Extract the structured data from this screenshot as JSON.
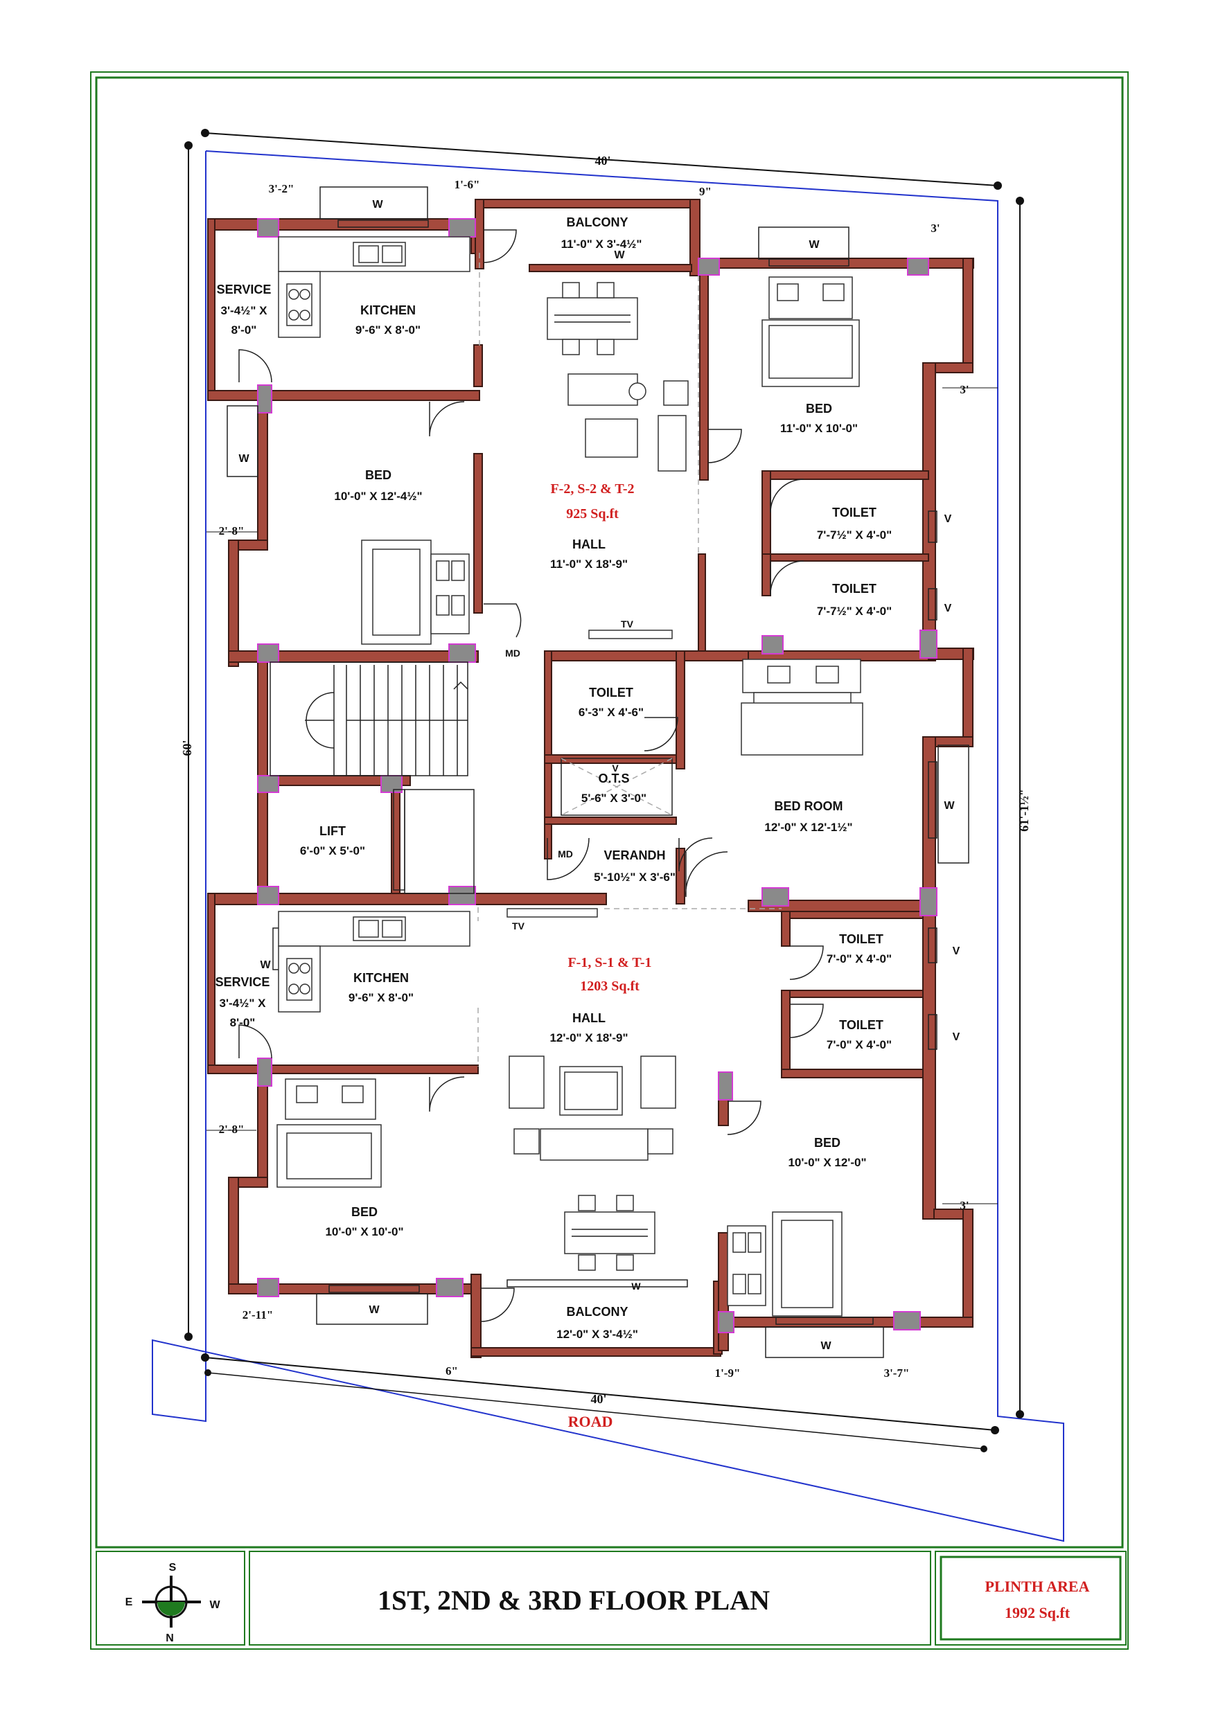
{
  "upper_unit": {
    "name": "F-2, S-2 & T-2",
    "area": "925 Sq.ft",
    "rooms": {
      "balcony": {
        "name": "BALCONY",
        "size": "11'-0\" X 3'-4½\""
      },
      "service": {
        "name": "SERVICE",
        "size1": "3'-4½\" X",
        "size2": "8'-0\""
      },
      "kitchen": {
        "name": "KITCHEN",
        "size": "9'-6\" X 8'-0\""
      },
      "bed_left": {
        "name": "BED",
        "size": "10'-0\" X 12'-4½\""
      },
      "hall": {
        "name": "HALL",
        "size": "11'-0\" X 18'-9\""
      },
      "bed_right": {
        "name": "BED",
        "size": "11'-0\" X 10'-0\""
      },
      "toilet_a": {
        "name": "TOILET",
        "size": "7'-7½\" X 4'-0\""
      },
      "toilet_b": {
        "name": "TOILET",
        "size": "7'-7½\" X 4'-0\""
      }
    }
  },
  "middle": {
    "toilet": {
      "name": "TOILET",
      "size": "6'-3\" X 4'-6\""
    },
    "ots": {
      "name": "O.T.S",
      "size": "5'-6\" X 3'-0\""
    },
    "verandh": {
      "name": "VERANDH",
      "size": "5'-10½\" X 3'-6\""
    },
    "bed_room": {
      "name": "BED ROOM",
      "size": "12'-0\" X 12'-1½\""
    },
    "lift": {
      "name": "LIFT",
      "size": "6'-0\" X 5'-0\""
    }
  },
  "lower_unit": {
    "name": "F-1, S-1 & T-1",
    "area": "1203 Sq.ft",
    "rooms": {
      "service": {
        "name": "SERVICE",
        "size1": "3'-4½\" X",
        "size2": "8'-0\""
      },
      "kitchen": {
        "name": "KITCHEN",
        "size": "9'-6\" X 8'-0\""
      },
      "hall": {
        "name": "HALL",
        "size": "12'-0\" X 18'-9\""
      },
      "toilet_a": {
        "name": "TOILET",
        "size": "7'-0\" X 4'-0\""
      },
      "toilet_b": {
        "name": "TOILET",
        "size": "7'-0\" X 4'-0\""
      },
      "bed_left": {
        "name": "BED",
        "size": "10'-0\" X 10'-0\""
      },
      "bed_right": {
        "name": "BED",
        "size": "10'-0\" X 12'-0\""
      },
      "balcony": {
        "name": "BALCONY",
        "size": "12'-0\" X 3'-4½\""
      }
    }
  },
  "symbols": {
    "window": "W",
    "ventilator": "V",
    "tv": "TV",
    "main_door": "MD"
  },
  "dimensions": {
    "top": "40'",
    "bottom": "40'",
    "left": "60'",
    "right": "61'-1½\"",
    "d_3_2": "3'-2\"",
    "d_1_6": "1'-6\"",
    "d_9": "9\"",
    "d_3_top": "3'",
    "d_3_mid": "3'",
    "d_3_low": "3'",
    "d_2_8a": "2'-8\"",
    "d_2_8b": "2'-8\"",
    "d_2_11": "2'-11\"",
    "d_6": "6\"",
    "d_1_9": "1'-9\"",
    "d_3_7": "3'-7\""
  },
  "road": "ROAD",
  "footer": {
    "compass": {
      "s": "S",
      "e": "E",
      "w": "W",
      "n": "N"
    },
    "title": "1ST, 2ND & 3RD FLOOR PLAN",
    "plinth_label": "PLINTH AREA",
    "plinth_value": "1992 Sq.ft"
  },
  "colors": {
    "wall": "#a54a3d",
    "border": "#1f7a1f",
    "plot_line": "#2233cc",
    "accent_text": "#d11f1f"
  }
}
